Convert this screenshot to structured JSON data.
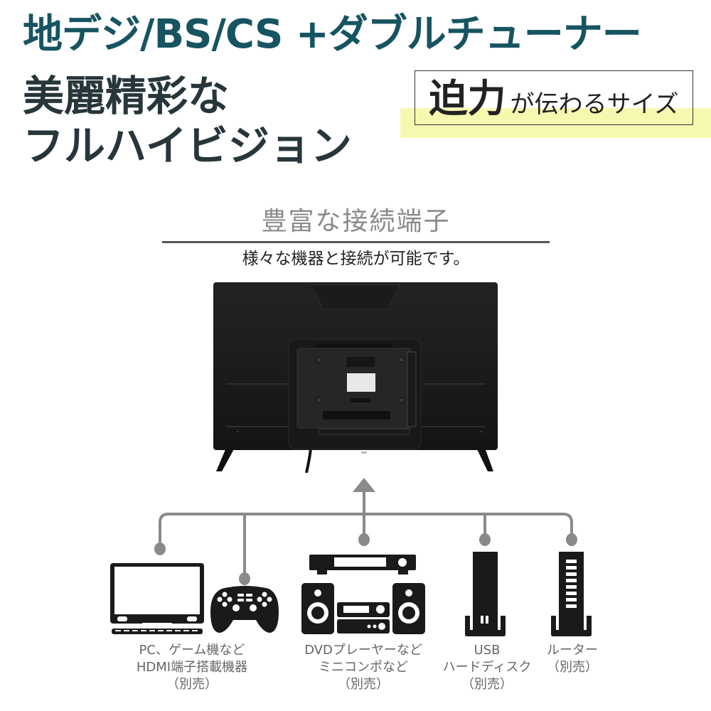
{
  "headline": {
    "line1": "地デジ/BS/CS +ダブルチューナー",
    "line2": "美麗精彩な",
    "line3": "フルハイビジョン"
  },
  "badge": {
    "big": "迫力",
    "small": "が伝わるサイズ"
  },
  "section": {
    "title": "豊富な接続端子",
    "subtitle": "様々な機器と接続が可能です。"
  },
  "devices": [
    {
      "icon": "laptop-icon",
      "lines": [
        "PC、ゲーム機など",
        "HDMI端子搭載機器",
        "（別売）"
      ]
    },
    {
      "icon": "game-controller-icon",
      "lines": []
    },
    {
      "icon": "dvd-player-and-minicompo-icon",
      "lines": [
        "DVDプレーヤーなど",
        "ミニコンポなど",
        "（別売）"
      ]
    },
    {
      "icon": "usb-hard-disk-icon",
      "lines": [
        "USB",
        "ハードディスク",
        "（別売）"
      ]
    },
    {
      "icon": "router-icon",
      "lines": [
        "ルーター",
        "（別売）"
      ]
    }
  ],
  "colors": {
    "headline_teal": "#175461",
    "headline_dark": "#27363a",
    "highlight_yellow": "#f6f8b0",
    "connector_gray": "#8a8a8c",
    "icon_black": "#1a1a1a"
  }
}
